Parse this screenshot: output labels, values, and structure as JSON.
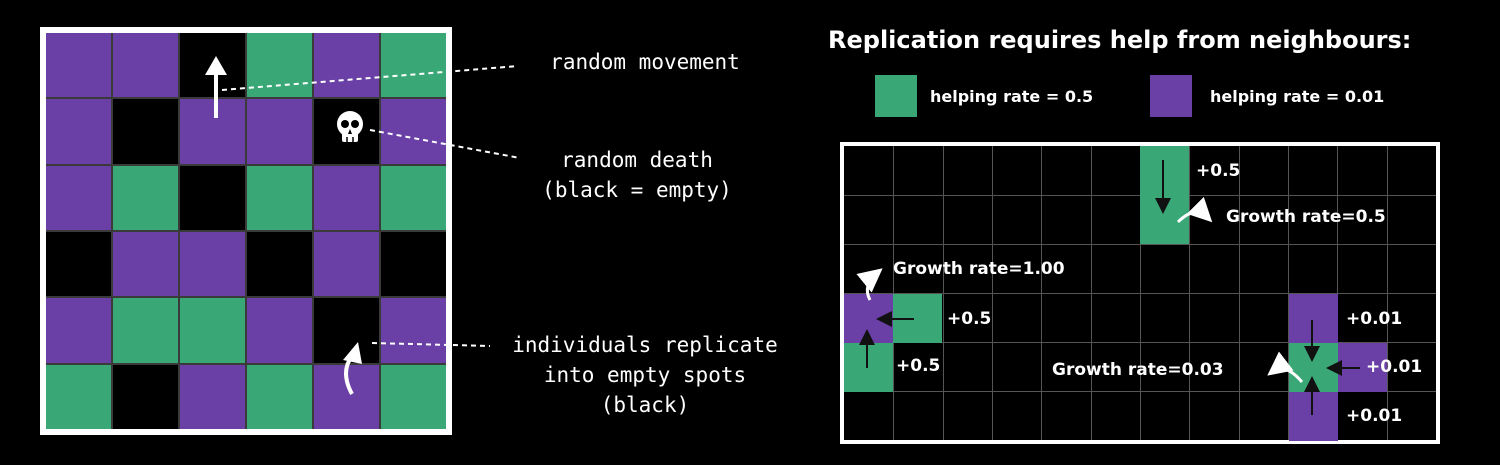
{
  "left_panel": {
    "grid": [
      [
        "purple",
        "purple",
        "black",
        "green",
        "purple",
        "green"
      ],
      [
        "purple",
        "black",
        "purple",
        "purple",
        "black",
        "purple"
      ],
      [
        "purple",
        "green",
        "black",
        "green",
        "purple",
        "green"
      ],
      [
        "black",
        "purple",
        "purple",
        "black",
        "purple",
        "black"
      ],
      [
        "purple",
        "green",
        "green",
        "purple",
        "black",
        "purple"
      ],
      [
        "green",
        "black",
        "purple",
        "green",
        "purple",
        "green"
      ]
    ],
    "annotations": {
      "movement": "random movement",
      "death": "random death\n(black = empty)",
      "replicate": "individuals replicate\ninto empty spots\n(black)"
    }
  },
  "right_panel": {
    "title": "Replication requires help from neighbours:",
    "legend": [
      {
        "color": "#3aa876",
        "label": "helping rate = 0.5"
      },
      {
        "color": "#6a3fa6",
        "label": "helping rate = 0.01"
      }
    ],
    "labels": {
      "top_help": "+0.5",
      "top_growth": "Growth rate=0.5",
      "left_growth": "Growth rate=1.00",
      "left_help_right": "+0.5",
      "left_help_below": "+0.5",
      "right_help_top": "+0.01",
      "right_help_mid": "+0.01",
      "right_help_bottom": "+0.01",
      "right_growth": "Growth rate=0.03"
    }
  },
  "colors": {
    "green": "#3aa876",
    "purple": "#6a3fa6",
    "empty": "#000000"
  }
}
